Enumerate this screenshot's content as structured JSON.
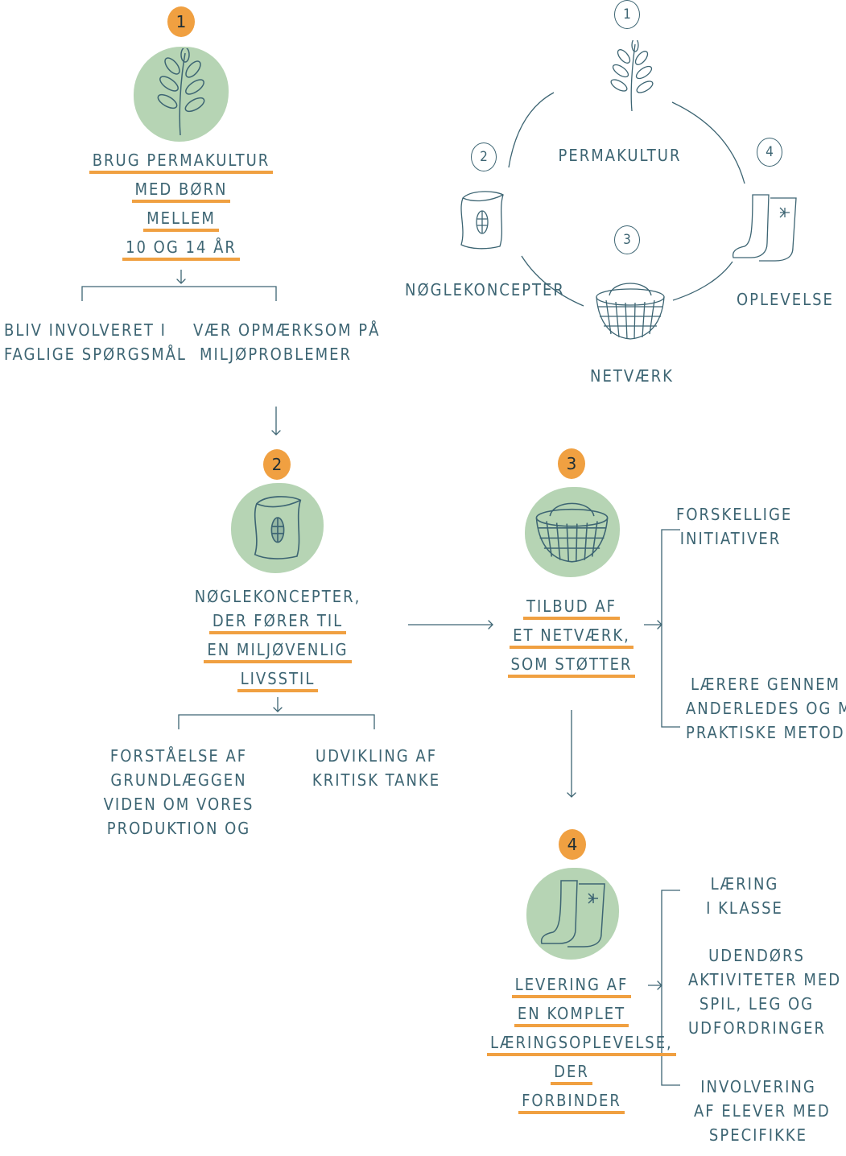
{
  "cycle": {
    "badges": [
      "1",
      "2",
      "3",
      "4"
    ],
    "labels": {
      "permakultur": "PERMAKULTUR",
      "noglekoncepter": "NØGLEKONCEPTER",
      "netvaerk": "NETVÆRK",
      "oplevelse": "OPLEVELSE"
    }
  },
  "step1": {
    "badge": "1",
    "title_lines": [
      "BRUG PERMAKULTUR",
      "MED BØRN",
      "MELLEM",
      "10 OG 14 ÅR"
    ],
    "branch_left": [
      "BLIV INVOLVERET I",
      "FAGLIGE SPØRGSMÅL"
    ],
    "branch_right": [
      "VÆR OPMÆRKSOM PÅ",
      "MILJØPROBLEMER"
    ]
  },
  "step2": {
    "badge": "2",
    "title_lines": [
      "NØGLEKONCEPTER,",
      "DER FØRER TIL",
      "EN MILJØVENLIG",
      "LIVSSTIL"
    ],
    "branch_left": [
      "FORSTÅELSE AF",
      "GRUNDLÆGGEN",
      "VIDEN OM VORES",
      "PRODUKTION OG"
    ],
    "branch_right": [
      "UDVIKLING AF",
      "KRITISK TANKE"
    ]
  },
  "step3": {
    "badge": "3",
    "title_lines": [
      "TILBUD AF",
      "ET NETVÆRK,",
      "SOM STØTTER"
    ],
    "items": [
      [
        "FORSKELLIGE",
        "INITIATIVER"
      ],
      [
        "LÆRERE GENNEM",
        "ANDERLEDES OG MERE",
        "PRAKTISKE METODER"
      ]
    ]
  },
  "step4": {
    "badge": "4",
    "title_lines": [
      "LEVERING AF",
      "EN KOMPLET",
      "LÆRINGSOPLEVELSE,",
      "DER",
      "FORBINDER"
    ],
    "items": [
      [
        "LÆRING",
        "I KLASSE"
      ],
      [
        "UDENDØRS",
        "AKTIVITETER MED",
        "SPIL, LEG OG",
        "UDFORDRINGER"
      ],
      [
        "INVOLVERING",
        "AF ELEVER MED",
        "SPECIFIKKE"
      ]
    ]
  },
  "colors": {
    "accent": "#f0a041",
    "ink": "#3d6573",
    "blob": "#a9cca7"
  },
  "icons": [
    "leaf-branch-icon",
    "seed-sack-icon",
    "basket-icon",
    "rubber-boots-icon"
  ]
}
